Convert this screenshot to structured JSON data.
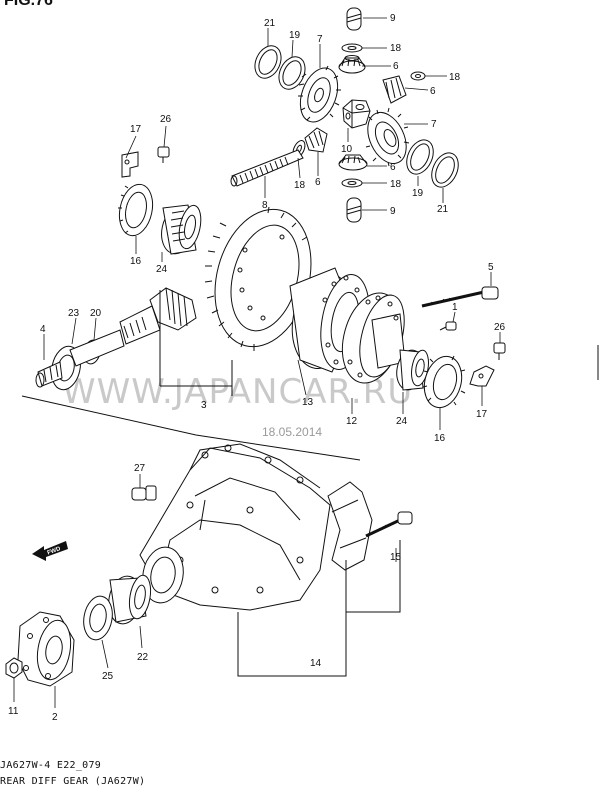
{
  "figure_title": "FIG.76",
  "watermark": "WWW.JAPANCAR.RU",
  "date_stamp": "18.05.2014",
  "direction_label": "FWD",
  "caption": {
    "line1": "JA627W-4 E22_079",
    "line2": "REAR DIFF GEAR (JA627W)"
  },
  "callouts": {
    "c21a": "21",
    "c19a": "19",
    "c7a": "7",
    "c9a": "9",
    "c18a": "18",
    "c6a": "6",
    "c18b": "18",
    "c6b": "6",
    "c17a": "17",
    "c26a": "26",
    "c10": "10",
    "c7b": "7",
    "c18c": "18",
    "c6c": "6",
    "c6d": "6",
    "c18d": "18",
    "c19b": "19",
    "c21b": "21",
    "c9b": "9",
    "c8": "8",
    "c16a": "16",
    "c24a": "24",
    "c5": "5",
    "c1": "1",
    "c4": "4",
    "c23": "23",
    "c20": "20",
    "c26b": "26",
    "c3": "3",
    "c13": "13",
    "c12": "12",
    "c24b": "24",
    "c16b": "16",
    "c17b": "17",
    "c27": "27",
    "c15": "15",
    "c22": "22",
    "c25": "25",
    "c14": "14",
    "c11": "11",
    "c2": "2"
  }
}
